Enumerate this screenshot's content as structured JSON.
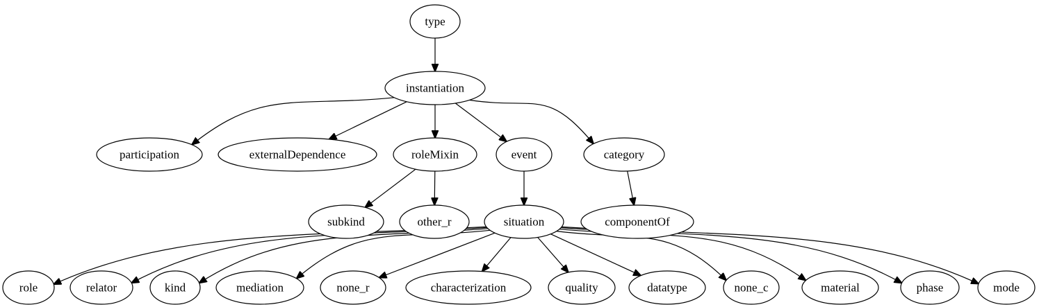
{
  "graph": {
    "nodes": [
      {
        "id": "type",
        "label": "type"
      },
      {
        "id": "instantiation",
        "label": "instantiation"
      },
      {
        "id": "participation",
        "label": "participation"
      },
      {
        "id": "externalDependence",
        "label": "externalDependence"
      },
      {
        "id": "roleMixin",
        "label": "roleMixin"
      },
      {
        "id": "event",
        "label": "event"
      },
      {
        "id": "category",
        "label": "category"
      },
      {
        "id": "subkind",
        "label": "subkind"
      },
      {
        "id": "other_r",
        "label": "other_r"
      },
      {
        "id": "situation",
        "label": "situation"
      },
      {
        "id": "componentOf",
        "label": "componentOf"
      },
      {
        "id": "role",
        "label": "role"
      },
      {
        "id": "relator",
        "label": "relator"
      },
      {
        "id": "kind",
        "label": "kind"
      },
      {
        "id": "mediation",
        "label": "mediation"
      },
      {
        "id": "none_r",
        "label": "none_r"
      },
      {
        "id": "characterization",
        "label": "characterization"
      },
      {
        "id": "quality",
        "label": "quality"
      },
      {
        "id": "datatype",
        "label": "datatype"
      },
      {
        "id": "none_c",
        "label": "none_c"
      },
      {
        "id": "material",
        "label": "material"
      },
      {
        "id": "phase",
        "label": "phase"
      },
      {
        "id": "mode",
        "label": "mode"
      }
    ],
    "edges": [
      {
        "from": "type",
        "to": "instantiation"
      },
      {
        "from": "instantiation",
        "to": "participation"
      },
      {
        "from": "instantiation",
        "to": "externalDependence"
      },
      {
        "from": "instantiation",
        "to": "roleMixin"
      },
      {
        "from": "instantiation",
        "to": "event"
      },
      {
        "from": "instantiation",
        "to": "category"
      },
      {
        "from": "roleMixin",
        "to": "subkind"
      },
      {
        "from": "roleMixin",
        "to": "other_r"
      },
      {
        "from": "event",
        "to": "situation"
      },
      {
        "from": "category",
        "to": "componentOf"
      },
      {
        "from": "situation",
        "to": "role"
      },
      {
        "from": "situation",
        "to": "relator"
      },
      {
        "from": "situation",
        "to": "kind"
      },
      {
        "from": "situation",
        "to": "mediation"
      },
      {
        "from": "situation",
        "to": "none_r"
      },
      {
        "from": "situation",
        "to": "characterization"
      },
      {
        "from": "situation",
        "to": "quality"
      },
      {
        "from": "situation",
        "to": "datatype"
      },
      {
        "from": "situation",
        "to": "none_c"
      },
      {
        "from": "situation",
        "to": "material"
      },
      {
        "from": "situation",
        "to": "phase"
      },
      {
        "from": "situation",
        "to": "mode"
      }
    ]
  }
}
